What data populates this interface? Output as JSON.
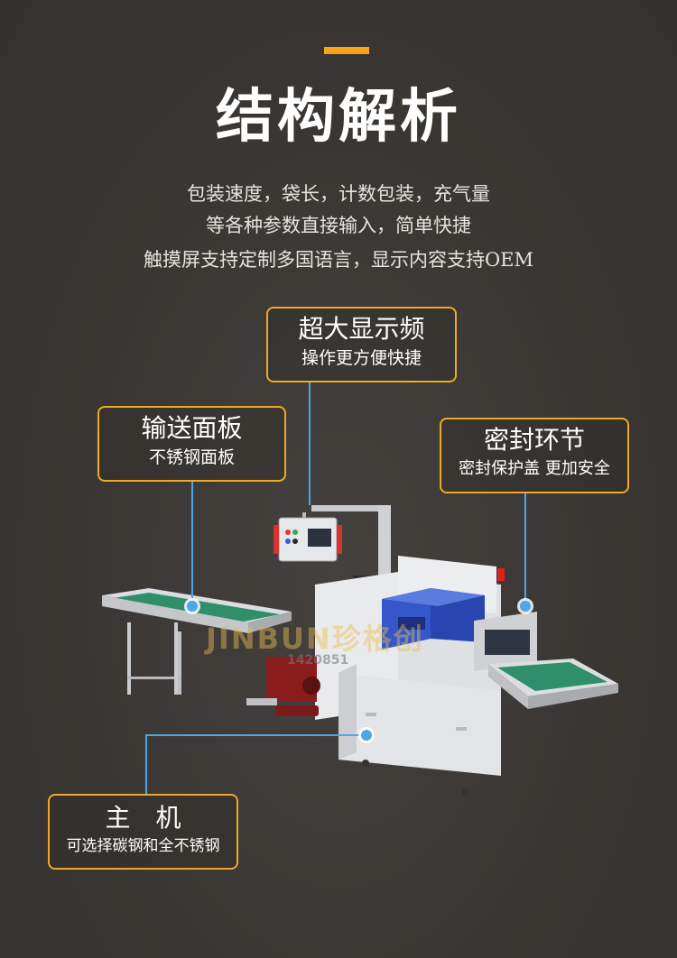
{
  "header": {
    "title": "结构解析",
    "desc_lines": [
      "包装速度，袋长，计数包装，充气量",
      "等各种参数直接输入，简单快捷",
      "触摸屏支持定制多国语言，显示内容支持OEM"
    ]
  },
  "callouts": {
    "display": {
      "title": "超大显示频",
      "sub": "操作更方便快捷"
    },
    "conveyor": {
      "title": "输送面板",
      "sub": "不锈钢面板"
    },
    "seal": {
      "title": "密封环节",
      "sub": "密封保护盖 更加安全"
    },
    "main": {
      "title": "主　机",
      "sub": "可选择碳钢和全不锈钢"
    }
  },
  "watermark": {
    "brand": "JINBUN珍格创",
    "phone": "1420851"
  },
  "colors": {
    "background": "#3a3633",
    "accent": "#f4a51c",
    "callout_border": "#f0a825",
    "leader_line": "#4ea6e6",
    "machine_body": "#e9eaec",
    "belt": "#2f8f6a",
    "seal_cover": "#2b4fc2"
  }
}
